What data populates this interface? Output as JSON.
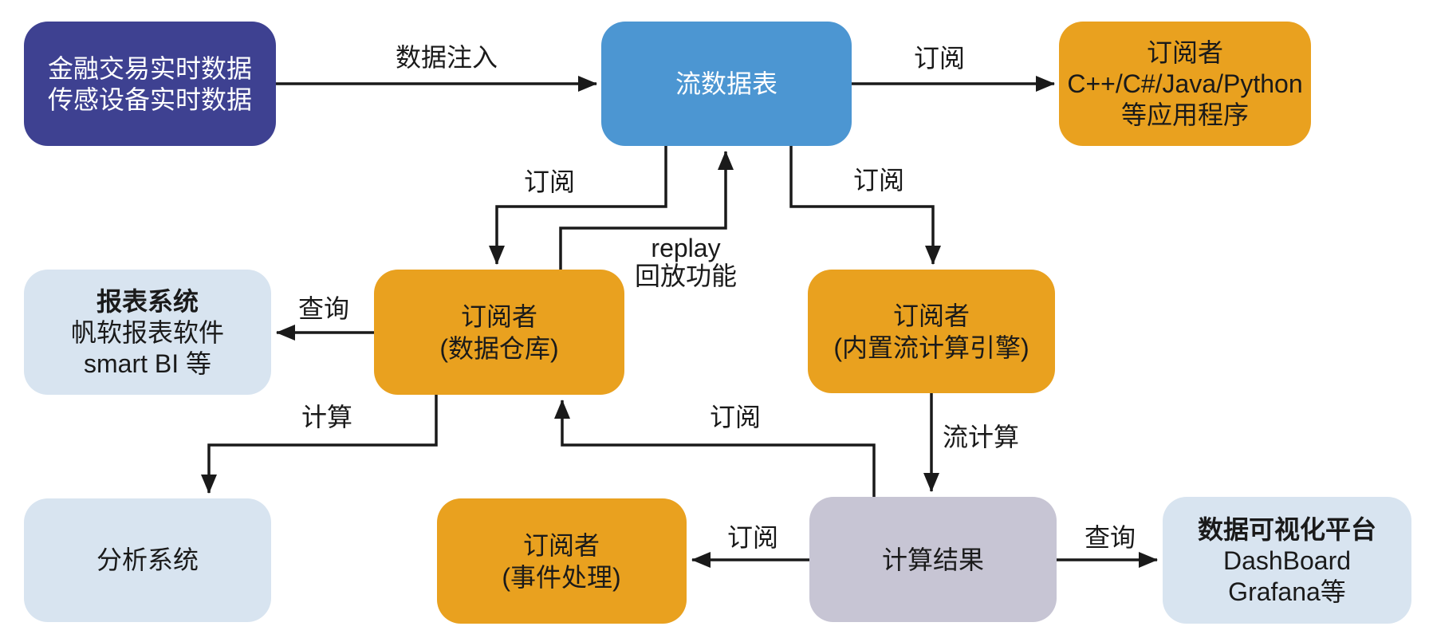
{
  "colors": {
    "line": "#1a1a1a",
    "text_dark": "#1a1a1a",
    "text_light": "#ffffff",
    "node_source": "#3e4191",
    "node_stream": "#4c96d2",
    "node_subscriber": "#e9a11f",
    "node_external": "#d8e4f0",
    "node_result": "#c7c5d4"
  },
  "nodes": {
    "source": {
      "line1": "金融交易实时数据",
      "line2": "传感设备实时数据"
    },
    "stream_table": {
      "label": "流数据表"
    },
    "subscriber_apps": {
      "line1": "订阅者",
      "line2": "C++/C#/Java/Python",
      "line3": "等应用程序"
    },
    "report_system": {
      "title": "报表系统",
      "line2": "帆软报表软件",
      "line3": "smart BI 等"
    },
    "subscriber_warehouse": {
      "line1": "订阅者",
      "line2": "(数据仓库)"
    },
    "subscriber_engine": {
      "line1": "订阅者",
      "line2": "(内置流计算引擎)"
    },
    "analysis_system": {
      "label": "分析系统"
    },
    "subscriber_event": {
      "line1": "订阅者",
      "line2": "(事件处理)"
    },
    "compute_result": {
      "label": "计算结果"
    },
    "dataviz_platform": {
      "title": "数据可视化平台",
      "line2": "DashBoard",
      "line3": "Grafana等"
    }
  },
  "edges": {
    "inject": {
      "label": "数据注入"
    },
    "subscribe_apps": {
      "label": "订阅"
    },
    "subscribe_warehouse": {
      "label": "订阅"
    },
    "replay": {
      "label1": "replay",
      "label2": "回放功能"
    },
    "subscribe_engine": {
      "label": "订阅"
    },
    "query_report": {
      "label": "查询"
    },
    "compute": {
      "label": "计算"
    },
    "subscribe_back": {
      "label": "订阅"
    },
    "stream_compute": {
      "label": "流计算"
    },
    "subscribe_event": {
      "label": "订阅"
    },
    "query_dataviz": {
      "label": "查询"
    }
  }
}
